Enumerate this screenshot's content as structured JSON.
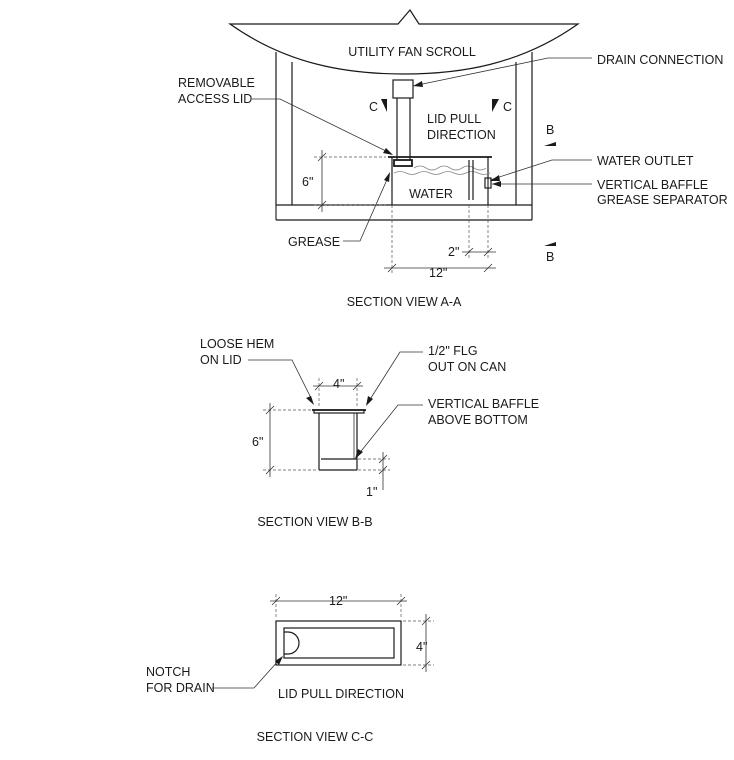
{
  "section_aa": {
    "fan_scroll": "UTILITY FAN SCROLL",
    "drain_connection": "DRAIN CONNECTION",
    "removable_lid_line1": "REMOVABLE",
    "removable_lid_line2": "ACCESS LID",
    "lid_pull_line1": "LID PULL",
    "lid_pull_line2": "DIRECTION",
    "cut_c_left": "C",
    "cut_c_right": "C",
    "cut_b_top": "B",
    "cut_b_bottom": "B",
    "water_outlet": "WATER OUTLET",
    "vertical_baffle_line1": "VERTICAL BAFFLE",
    "vertical_baffle_line2": "GREASE SEPARATOR",
    "water": "WATER",
    "grease": "GREASE",
    "dim_height": "6\"",
    "dim_baffle": "2\"",
    "dim_width": "12\"",
    "caption": "SECTION VIEW A-A"
  },
  "section_bb": {
    "loose_hem_line1": "LOOSE HEM",
    "loose_hem_line2": "ON LID",
    "flange_line1": "1/2\" FLG",
    "flange_line2": "OUT ON CAN",
    "baffle_line1": "VERTICAL BAFFLE",
    "baffle_line2": "ABOVE BOTTOM",
    "dim_width": "4\"",
    "dim_height": "6\"",
    "dim_bottom": "1\"",
    "caption": "SECTION VIEW B-B"
  },
  "section_cc": {
    "dim_length": "12\"",
    "dim_width": "4\"",
    "notch_line1": "NOTCH",
    "notch_line2": "FOR DRAIN",
    "lid_pull": "LID PULL DIRECTION",
    "caption": "SECTION VIEW C-C"
  }
}
